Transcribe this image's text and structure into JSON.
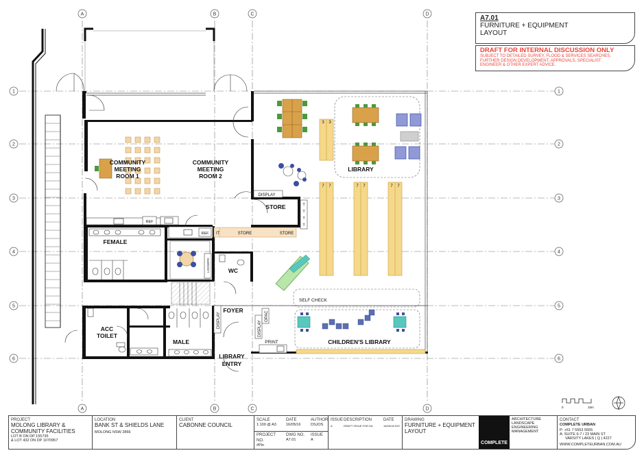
{
  "title_block": {
    "code": "A7.01",
    "title_line1": "FURNITURE + EQUIPMENT",
    "title_line2": "LAYOUT"
  },
  "draft": {
    "heading": "DRAFT FOR INTERNAL DISCUSSION ONLY",
    "line1": "SUBJECT TO DETAILED SURVEY, FLOOD & SERVICES SEARCHES,",
    "line2": "FURTHER DESIGN DEVELOPMENT, APPROVALS, SPECIALIST",
    "line3": "ENGINEER & OTHER EXPERT ADVICE."
  },
  "grid": {
    "columns": [
      "A",
      "B",
      "C",
      "D"
    ],
    "rows": [
      "1",
      "2",
      "3",
      "4",
      "5",
      "6"
    ]
  },
  "rooms": {
    "meeting1_l1": "COMMUNITY",
    "meeting1_l2": "MEETING",
    "meeting1_l3": "ROOM 1",
    "meeting2_l1": "COMMUNITY",
    "meeting2_l2": "MEETING",
    "meeting2_l3": "ROOM 2",
    "library": "LIBRARY",
    "store": "STORE",
    "display": "DISPLAY",
    "female": "FEMALE",
    "wc": "WC",
    "lockers": "LOCKERS",
    "ref1": "REF",
    "ref2": "REF",
    "it": "IT",
    "store_a": "STORE",
    "store_b": "STORE",
    "foyer": "FOYER",
    "display_v": "DISPLAY",
    "display_v2": "DISPLAY",
    "opac": "OPAC",
    "self_check": "SELF CHECK",
    "childrens_library": "CHILDREN'S LIBRARY",
    "print": "PRINT",
    "acc_toilet_l1": "ACC",
    "acc_toilet_l2": "TOILET",
    "male": "MALE",
    "library_entry_l1": "LIBRARY",
    "library_entry_l2": "ENTRY",
    "shelf_3a": "3",
    "shelf_3b": "3",
    "shelf_7a": "7",
    "shelf_7b": "7",
    "shelf_7c": "7",
    "shelf_7d": "7",
    "shelf_7e": "7",
    "shelf_7f": "7",
    "t1": "T",
    "t2": "T",
    "t3": "T",
    "t4": "T"
  },
  "scale_bar": {
    "start": "0",
    "end": "10m"
  },
  "footer": {
    "project_label": "PROJECT",
    "project_l1": "MOLONG LIBRARY &",
    "project_l2": "COMMUNITY FACILITIES",
    "project_l3": "LOT B ON DP 155735",
    "project_l4": "& LOT 432 ON DP 1070957",
    "location_label": "LOCATION",
    "location_l1": "BANK ST & SHIELDS LANE",
    "location_l2": "MOLONG NSW 2866",
    "client_label": "CLIENT",
    "client": "CABONNE COUNCIL",
    "scale_label": "SCALE",
    "scale": "1:100 @ A3",
    "date_label": "DATE",
    "date": "16/05/16",
    "author_label": "AUTHOR",
    "author": "DSJOS",
    "project_no_label": "PROJECT NO.",
    "project_no": "#Pln",
    "dwg_no_label": "DWG NO.",
    "dwg_no": "A7.01",
    "issue_label": "ISSUE",
    "issue": "A",
    "issue_col_label": "ISSUE",
    "description_label": "DESCRIPTION",
    "date_col_label": "DATE",
    "issue_row_issue": "A",
    "issue_row_desc": "DRAFT ISSUE FOR DA",
    "issue_row_date": "16/05/16",
    "issue_row_by": "JOS",
    "drawing_label": "DRAWING",
    "drawing_l1": "FURNITURE + EQUIPMENT",
    "drawing_l2": "LAYOUT",
    "logo": "COMPLETE",
    "disc_l1": "ARCHITECTURE",
    "disc_l2": "LANDSCAPE",
    "disc_l3": "ENGINEERING",
    "disc_l4": "MANAGEMENT",
    "contact_label": "CONTACT",
    "contact_name": "COMPLETE URBAN",
    "contact_p": "P:",
    "contact_phone": "+61 7 5553 5555",
    "contact_a": "A:",
    "contact_addr1": "SUITE 6-7 / 23 MAIN ST",
    "contact_addr2": "VARSITY LAKES | Q | 4227",
    "website": "WWW.COMPLETEURBAN.COM.AU"
  },
  "colors": {
    "wall": "#111111",
    "grid": "#555555",
    "draft": "#e8453c",
    "shelf": "#f5d88a",
    "table": "#d9a24a",
    "chair_green": "#4a9a3c",
    "chair_blue": "#3d4fa0",
    "teal": "#58c7bd",
    "counter": "#b9e6a9",
    "store_band": "#f7e2c4"
  }
}
